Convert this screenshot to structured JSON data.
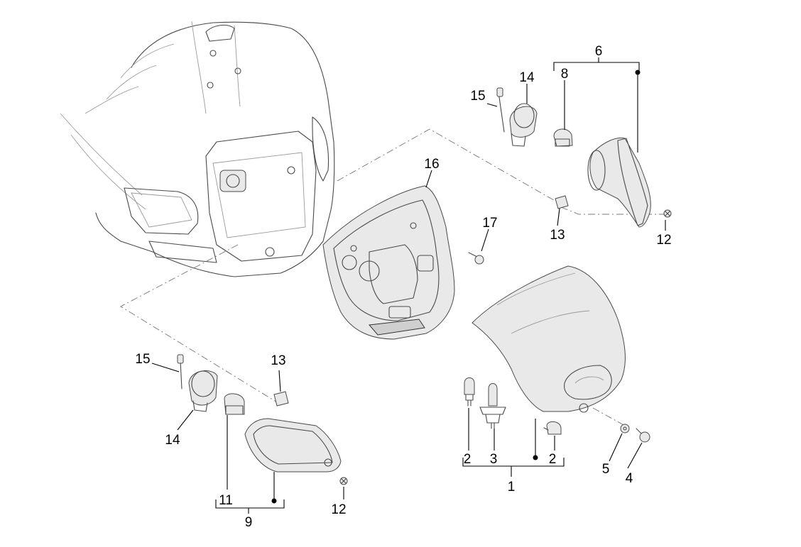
{
  "callouts": {
    "c1": "1",
    "c2a": "2",
    "c2b": "2",
    "c3": "3",
    "c4": "4",
    "c5": "5",
    "c6": "6",
    "c8": "8",
    "c9": "9",
    "c11": "11",
    "c12a": "12",
    "c12b": "12",
    "c13a": "13",
    "c13b": "13",
    "c14a": "14",
    "c14b": "14",
    "c15a": "15",
    "c15b": "15",
    "c16": "16",
    "c17": "17"
  }
}
